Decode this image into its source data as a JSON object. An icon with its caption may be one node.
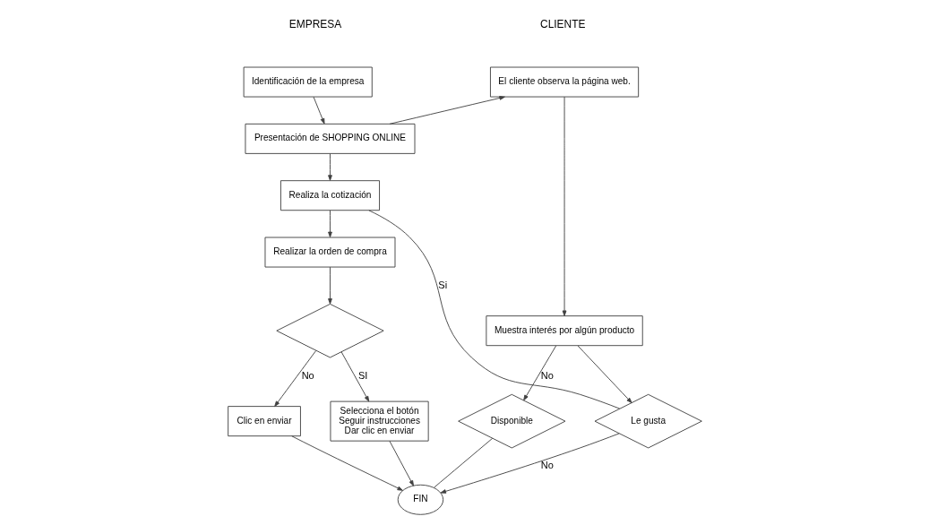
{
  "diagram": {
    "nodes": [
      {
        "text": [
          "Identificación de la empresa"
        ]
      },
      {
        "text": [
          "Presentación de SHOPPING ONLINE"
        ]
      },
      {
        "text": [
          "Realiza la cotización"
        ]
      },
      {
        "text": [
          "Realizar la orden de compra"
        ]
      },
      {
        "text": [],
        "shape": "diamond"
      },
      {
        "text": [
          "Selecciona el botón",
          "Seguir instrucciones",
          "Dar clic en enviar"
        ]
      },
      {
        "text": [
          "Clic en enviar"
        ]
      },
      {
        "text": [
          "El cliente observa la página web."
        ]
      },
      {
        "text": [
          "Muestra interés por algún producto"
        ]
      },
      {
        "text": [
          "Le gusta"
        ]
      },
      {
        "text": [
          "Disponible"
        ]
      },
      {
        "text": [
          "FIN"
        ]
      }
    ],
    "edges": [
      {
        "from": 0,
        "to": 1,
        "arrow": "to"
      },
      {
        "from": 1,
        "to": 7,
        "arrow": "to"
      },
      {
        "from": 1,
        "to": 2,
        "arrow": "to"
      },
      {
        "from": 7,
        "to": 8,
        "arrow": "to"
      },
      {
        "from": 8,
        "to": 10,
        "arrow": "to",
        "label": "No"
      },
      {
        "from": 8,
        "to": 9,
        "arrow": "to"
      },
      {
        "from": 9,
        "to": 11,
        "arrow": "to",
        "label": "No"
      },
      {
        "from": 9,
        "to": 2,
        "arrow": "none",
        "label": "Si"
      },
      {
        "from": 10,
        "to": 11,
        "arrow": "none"
      },
      {
        "from": 2,
        "to": 3,
        "arrow": "to"
      },
      {
        "from": 3,
        "to": 4,
        "arrow": "to"
      },
      {
        "from": 4,
        "to": 5,
        "arrow": "to",
        "label": "SI"
      },
      {
        "from": 4,
        "to": 6,
        "arrow": "to",
        "label": "No"
      },
      {
        "from": 6,
        "to": 11,
        "arrow": "to"
      },
      {
        "from": 5,
        "to": 11,
        "arrow": "to"
      }
    ],
    "labels": [
      "EMPRESA",
      "CLIENTE"
    ]
  }
}
